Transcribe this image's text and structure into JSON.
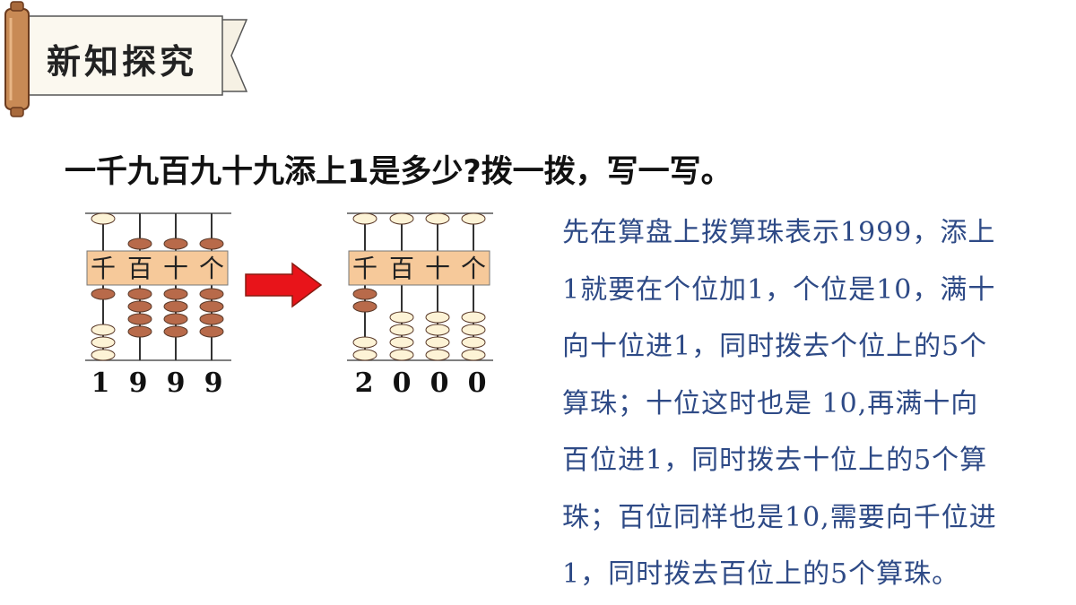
{
  "banner": {
    "title": "新知探究"
  },
  "question": "一千九百九十九添上1是多少?拨一拨，写一写。",
  "abacus_labels": [
    "千",
    "百",
    "十",
    "个"
  ],
  "abacus_before": {
    "digits": [
      "1",
      "9",
      "9",
      "9"
    ]
  },
  "abacus_after": {
    "digits": [
      "2",
      "0",
      "0",
      "0"
    ]
  },
  "explanation_lines": [
    "先在算盘上拨算珠表示1999，添上",
    "1就要在个位加1，个位是10，满十",
    "向十位进1，同时拨去个位上的5个",
    "算珠；十位这时也是 10,再满十向",
    "百位进1，同时拨去十位上的5个算",
    "珠；百位同样也是10,需要向千位进",
    "1，同时拨去百位上的5个算珠。"
  ],
  "colors": {
    "bead_active": "#b86a4a",
    "bead_idle": "#fdf3d6",
    "frame": "#f6c99a",
    "arrow": "#e8141a",
    "text_blue": "#2e4a86"
  }
}
